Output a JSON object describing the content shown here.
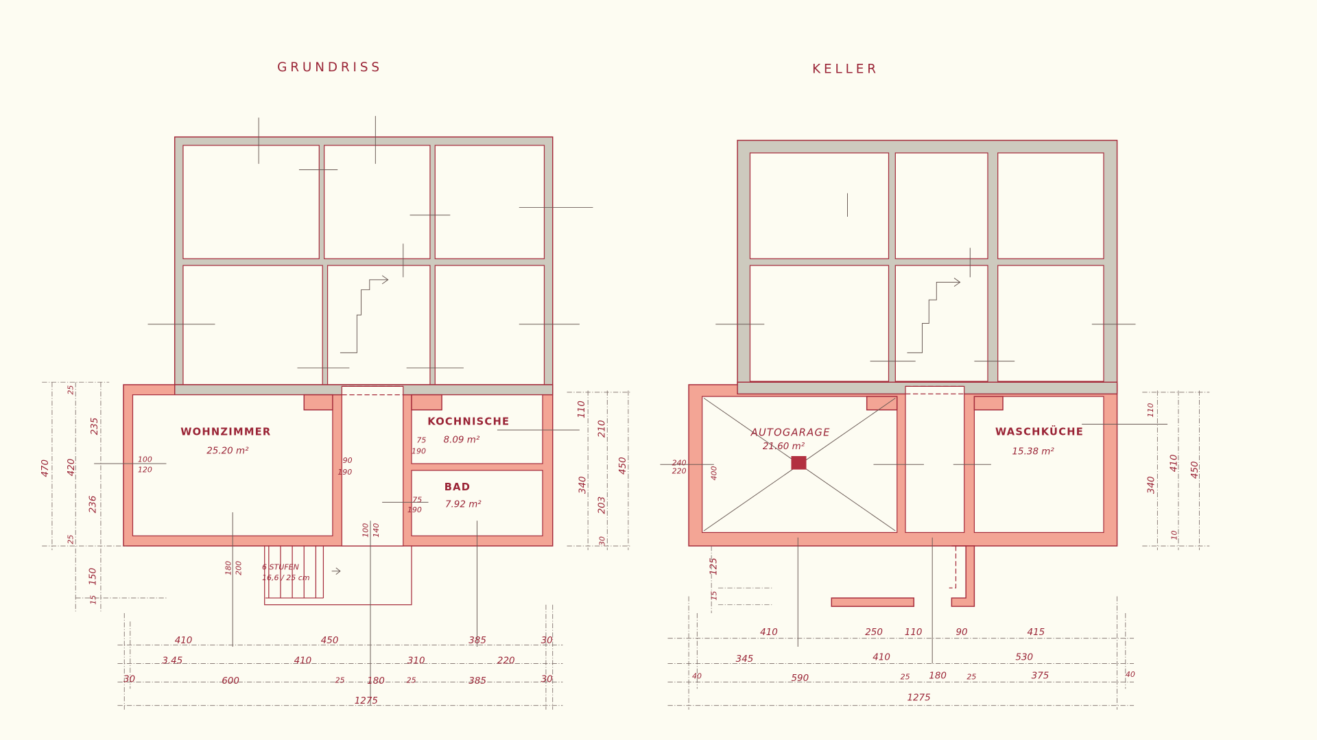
{
  "grundriss": {
    "title": "GRUNDRISS",
    "rooms": [
      {
        "name": "WOHNZIMMER",
        "area": "25.20 m²"
      },
      {
        "name": "KOCHNISCHE",
        "area": "8.09 m²"
      },
      {
        "name": "BAD",
        "area": "7.92 m²"
      }
    ],
    "openings": {
      "wohn_window": [
        "100",
        "120"
      ],
      "wohn_door": [
        "90",
        "190"
      ],
      "koch_door": [
        "75",
        "190"
      ],
      "bad_door": [
        "75",
        "190"
      ],
      "terrace_door": [
        "180",
        "200"
      ],
      "entry_door": [
        "100",
        "140"
      ]
    },
    "stairs": {
      "steps": "6 STUFEN",
      "size": "16,6 / 25 cm"
    },
    "dims_h": [
      [
        "410",
        "450",
        "385",
        "30"
      ],
      [
        "3.45",
        "410",
        "310",
        "220"
      ],
      [
        "30",
        "600",
        "25",
        "180",
        "25",
        "385",
        "30"
      ],
      [
        "1275"
      ]
    ],
    "dims_left": [
      "470",
      "25",
      "235",
      "420",
      "236",
      "25",
      "150",
      "15"
    ],
    "dims_right": [
      "110",
      "210",
      "340",
      "203",
      "30",
      "450"
    ]
  },
  "keller": {
    "title": "KELLER",
    "rooms": [
      {
        "name": "AUTOGARAGE",
        "area": "21.60 m²"
      },
      {
        "name": "WASCHKÜCHE",
        "area": "15.38 m²"
      }
    ],
    "openings": {
      "garage_window": [
        "240",
        "220"
      ]
    },
    "dims_h": [
      [
        "410",
        "250",
        "110",
        "90",
        "415"
      ],
      [
        "345",
        "410",
        "530"
      ],
      [
        "40",
        "590",
        "25",
        "180",
        "25",
        "375",
        "40"
      ],
      [
        "1275"
      ]
    ],
    "dims_left": [
      "400",
      "125",
      "15"
    ],
    "dims_right": [
      "110",
      "340",
      "410",
      "450",
      "10"
    ]
  },
  "colors": {
    "paper": "#fdfcf2",
    "ink": "#9a2436",
    "new_wall": "#f3a595",
    "old_wall": "#cdcabe"
  }
}
